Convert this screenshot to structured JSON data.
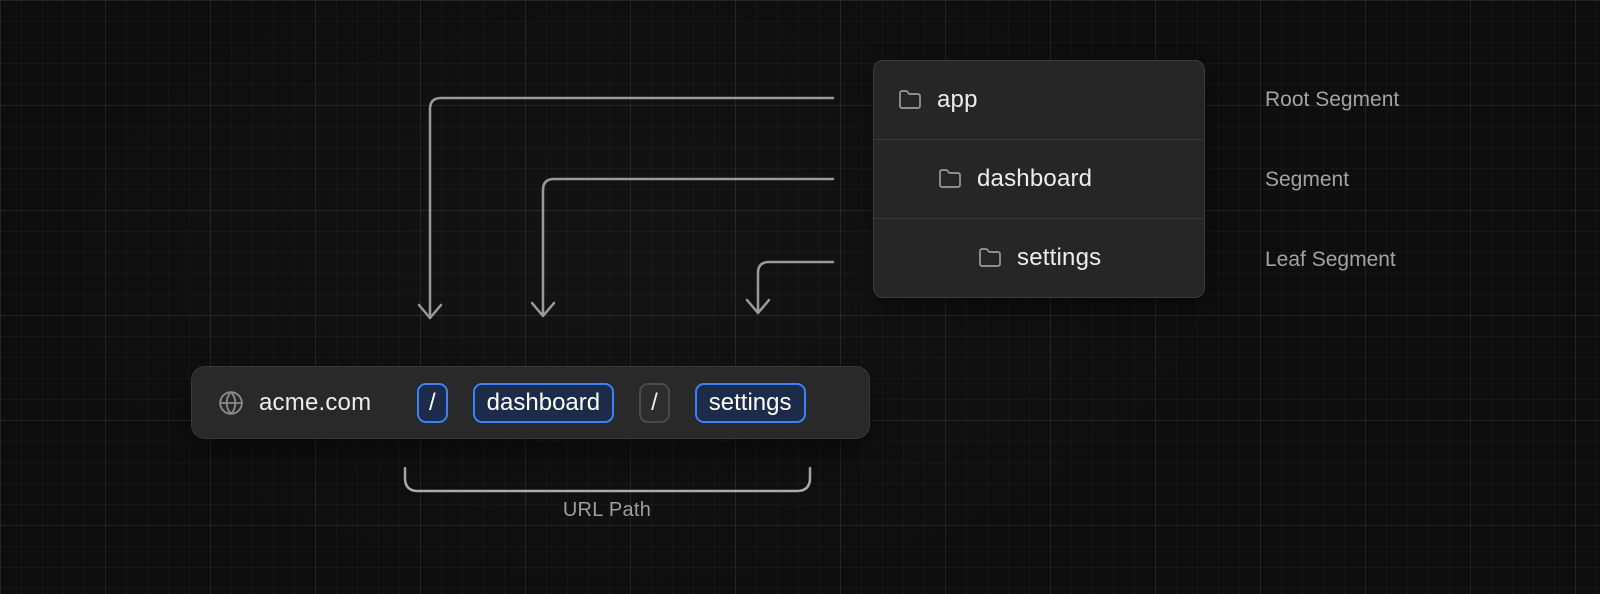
{
  "diagram": {
    "description": "Route segments mapping to URL path"
  },
  "tree": {
    "rows": [
      {
        "label": "app",
        "side_label": "Root Segment",
        "indent": 0,
        "icon": "folder-icon"
      },
      {
        "label": "dashboard",
        "side_label": "Segment",
        "indent": 1,
        "icon": "folder-icon"
      },
      {
        "label": "settings",
        "side_label": "Leaf Segment",
        "indent": 2,
        "icon": "folder-icon"
      }
    ]
  },
  "url_bar": {
    "protocol_icon": "globe-icon",
    "domain": "acme.com",
    "segments": [
      {
        "text": "/",
        "style": "highlight"
      },
      {
        "text": "dashboard",
        "style": "highlight"
      },
      {
        "text": "/",
        "style": "muted"
      },
      {
        "text": "settings",
        "style": "highlight"
      }
    ],
    "bracket_label": "URL Path"
  },
  "colors": {
    "background": "#0e0e0e",
    "panel_bg": "#262626",
    "accent_blue": "#3b82f6",
    "chip_highlight_bg": "#1d2b4a",
    "arrow_gray": "#9a9a9a",
    "text_primary": "#ededed",
    "text_muted": "#a3a3a3"
  }
}
